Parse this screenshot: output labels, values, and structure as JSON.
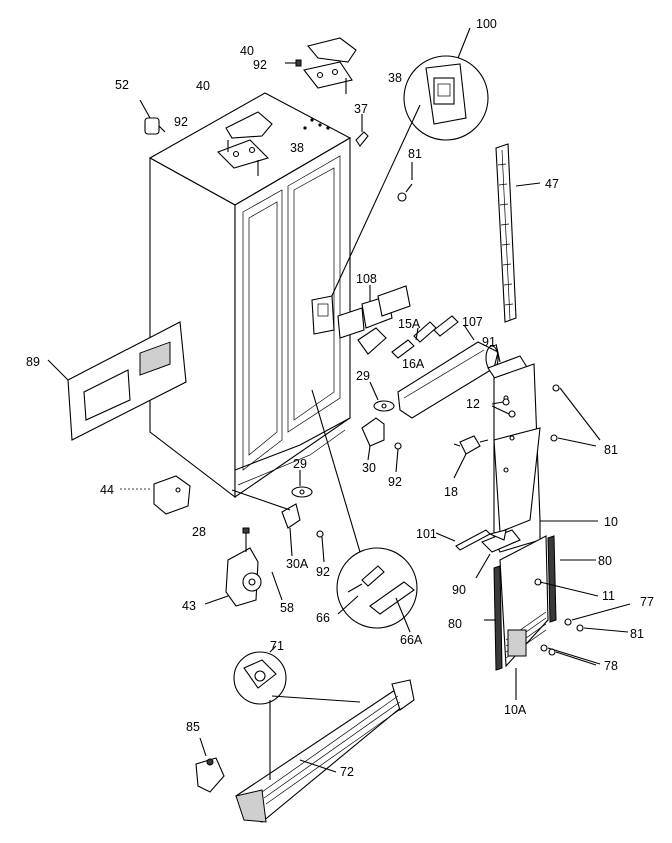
{
  "labels": {
    "p100": "100",
    "p40a": "40",
    "p92a": "92",
    "p38a": "38",
    "p52": "52",
    "p40b": "40",
    "p92b": "92",
    "p38b": "38",
    "p37": "37",
    "p81a": "81",
    "p47": "47",
    "p108": "108",
    "p15A": "15A",
    "p107": "107",
    "p91": "91",
    "p16A": "16A",
    "p89": "89",
    "p29a": "29",
    "p12": "12",
    "p81b": "81",
    "p30": "30",
    "p92c": "92",
    "p18": "18",
    "p29b": "29",
    "p44": "44",
    "p10": "10",
    "p28": "28",
    "p101": "101",
    "p30A": "30A",
    "p92d": "92",
    "p80a": "80",
    "p90": "90",
    "p11": "11",
    "p77": "77",
    "p43": "43",
    "p58": "58",
    "p66": "66",
    "p80b": "80",
    "p81c": "81",
    "p66A": "66A",
    "p78": "78",
    "p71": "71",
    "p10A": "10A",
    "p85": "85",
    "p72": "72"
  }
}
